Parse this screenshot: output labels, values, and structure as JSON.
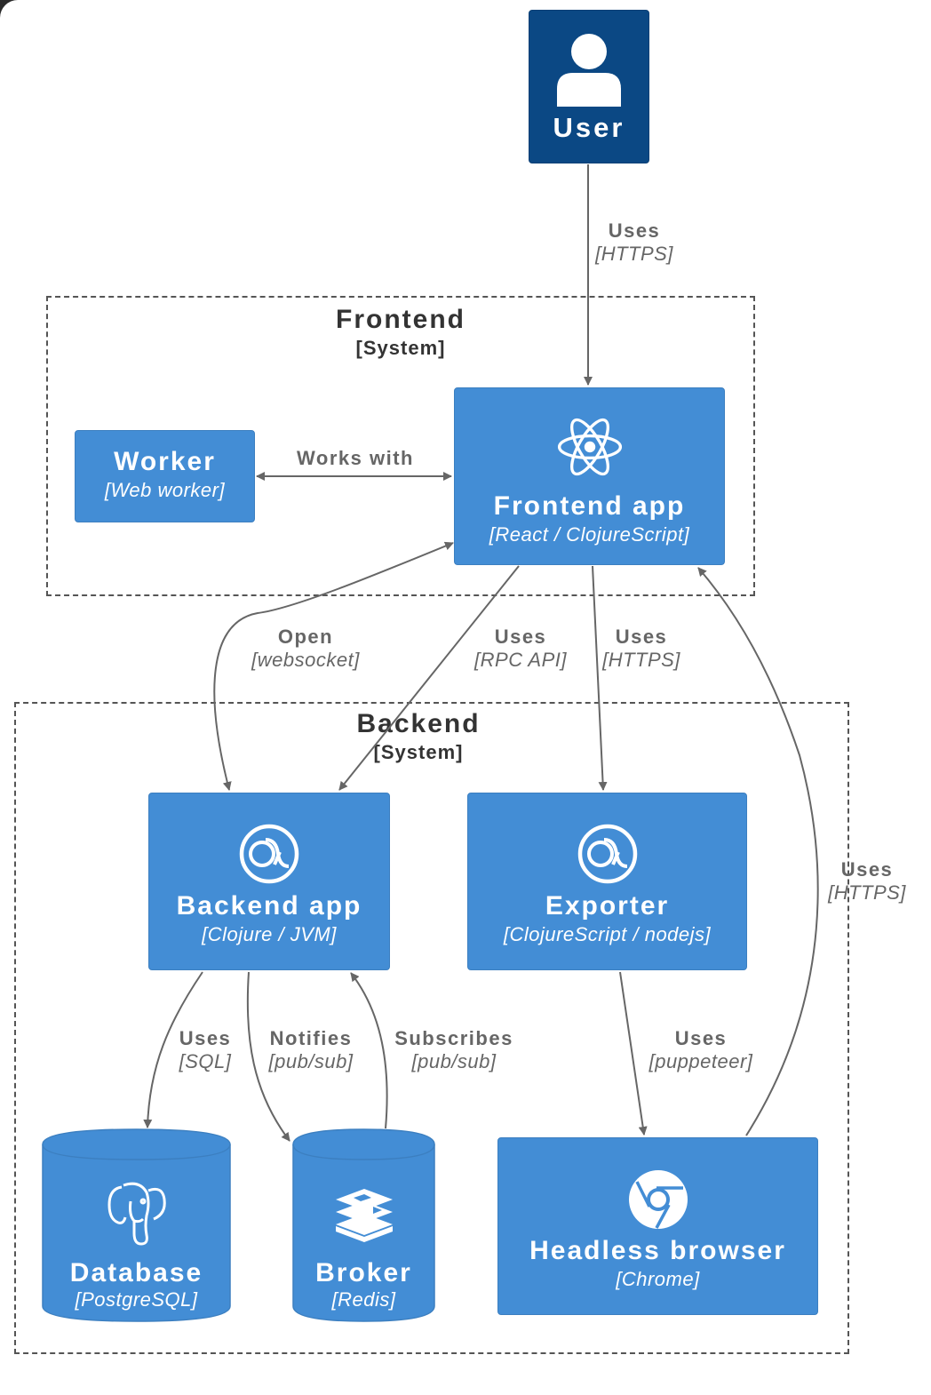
{
  "nodes": {
    "user": {
      "name": "User"
    },
    "worker": {
      "name": "Worker",
      "tech": "[Web worker]"
    },
    "frontend_app": {
      "name": "Frontend app",
      "tech": "[React / ClojureScript]"
    },
    "backend_app": {
      "name": "Backend app",
      "tech": "[Clojure / JVM]"
    },
    "exporter": {
      "name": "Exporter",
      "tech": "[ClojureScript / nodejs]"
    },
    "database": {
      "name": "Database",
      "tech": "[PostgreSQL]"
    },
    "broker": {
      "name": "Broker",
      "tech": "[Redis]"
    },
    "headless": {
      "name": "Headless browser",
      "tech": "[Chrome]"
    }
  },
  "boundaries": {
    "frontend": {
      "name": "Frontend",
      "kind": "[System]"
    },
    "backend": {
      "name": "Backend",
      "kind": "[System]"
    }
  },
  "edges": {
    "user_frontend": {
      "action": "Uses",
      "tech": "[HTTPS]"
    },
    "worker_frontend": {
      "action": "Works with"
    },
    "frontend_backend_ws": {
      "action": "Open",
      "tech": "[websocket]"
    },
    "frontend_backend_rpc": {
      "action": "Uses",
      "tech": "[RPC API]"
    },
    "frontend_exporter": {
      "action": "Uses",
      "tech": "[HTTPS]"
    },
    "headless_frontend": {
      "action": "Uses",
      "tech": "[HTTPS]"
    },
    "backend_database": {
      "action": "Uses",
      "tech": "[SQL]"
    },
    "backend_broker": {
      "action": "Notifies",
      "tech": "[pub/sub]"
    },
    "broker_backend": {
      "action": "Subscribes",
      "tech": "[pub/sub]"
    },
    "exporter_headless": {
      "action": "Uses",
      "tech": "[puppeteer]"
    }
  },
  "colors": {
    "person": "#0b4884",
    "container": "#438dd5",
    "edge": "#666666",
    "boundary": "#555555"
  },
  "icons": {
    "user": "person-icon",
    "frontend_app": "react-icon",
    "backend_app": "clojure-icon",
    "exporter": "clojure-icon",
    "database": "postgresql-icon",
    "broker": "redis-icon",
    "headless": "chrome-icon"
  }
}
